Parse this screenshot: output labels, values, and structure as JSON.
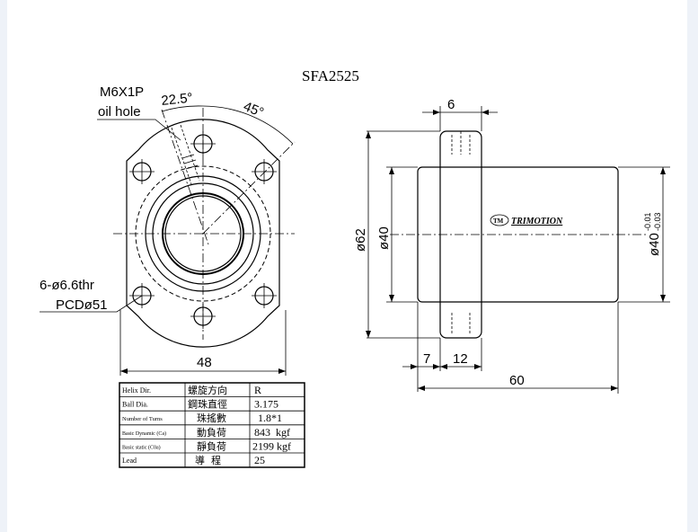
{
  "title": "SFA2525",
  "front_view": {
    "oil_hole_label": "M6X1P",
    "oil_hole_sub": "oil hole",
    "angle_1": "22.5°",
    "angle_2": "45°",
    "holes_label": "6-ø6.6thr",
    "pcd_label": "PCDø51",
    "width_dim": "48"
  },
  "side_view": {
    "flange_dim": "6",
    "flange_dia": "ø62",
    "body_dia": "ø40",
    "tol_dia": "ø40",
    "tol_upper": "-0.01",
    "tol_lower": "-0.03",
    "dim_7": "7",
    "dim_12": "12",
    "dim_60": "60",
    "brand": "TRIMOTION",
    "logo_text": "TM"
  },
  "spec_table": {
    "rows": [
      {
        "en": "Helix Dir.",
        "zh": "螺旋方向",
        "value": "R"
      },
      {
        "en": "Ball Dia.",
        "zh": "鋼珠直徑",
        "value": "3.175"
      },
      {
        "en": "Number of Turns",
        "zh": "珠搖數",
        "value": "1.8*1"
      },
      {
        "en": "Basic Dynamic (Ca)",
        "zh": "動負荷",
        "value": "843  kgf"
      },
      {
        "en": "Basic static (C0a)",
        "zh": "靜負荷",
        "value": "2199 kgf"
      },
      {
        "en": "Lead",
        "zh": "導  程",
        "value": "25"
      }
    ]
  }
}
